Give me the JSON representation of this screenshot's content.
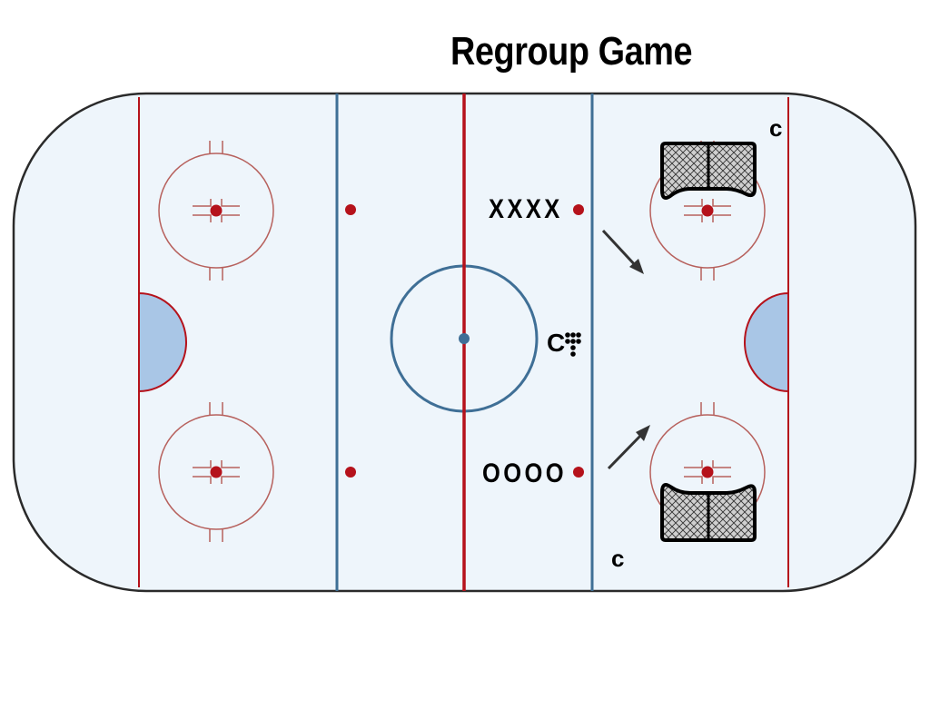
{
  "title": "Regroup Game",
  "rink": {
    "ice_color": "#eef5fb",
    "boards_color": "#2a2a2a",
    "red_line_color": "#b5121b",
    "blue_line_color": "#3f6f96",
    "crease_color": "#a9c6e6",
    "circle_color": "#b7615d",
    "dot_color": "#b5121b",
    "center_dot_color": "#3f6f96"
  },
  "labels": {
    "team_x": "XXXX",
    "team_o": "OOOO",
    "coach_center": "C",
    "coach_top": "c",
    "coach_bottom": "c"
  },
  "icons": {
    "pucks": "puck-cluster-icon",
    "arrow_top": "arrow-icon",
    "arrow_bottom": "arrow-icon",
    "net_top": "hockey-net-icon",
    "net_bottom": "hockey-net-icon"
  }
}
